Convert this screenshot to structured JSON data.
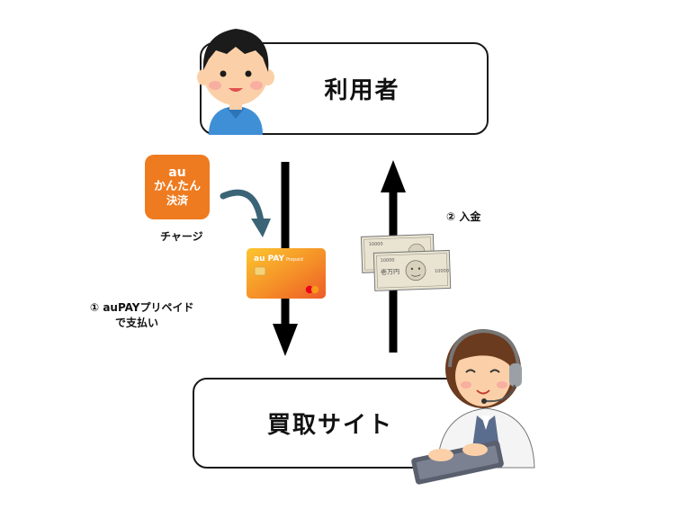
{
  "nodes": {
    "user": {
      "label": "利用者"
    },
    "site": {
      "label": "買取サイト"
    }
  },
  "au_app": {
    "line1": "au",
    "line2": "かんたん",
    "line3": "決済"
  },
  "card": {
    "brand": "au PAY",
    "sub": "Prepaid"
  },
  "banknote": {
    "label": "壱万円",
    "denomination": "10000"
  },
  "steps": {
    "charge": "チャージ",
    "payment_line1": "① auPAYプリペイド",
    "payment_line2": "で支払い",
    "deposit": "② 入金"
  },
  "icons": [
    "boy-user-icon",
    "operator-woman-icon",
    "au-kantan-kessai-logo",
    "au-pay-card-icon",
    "banknotes-icon",
    "curved-arrow-icon"
  ],
  "colors": {
    "box_border": "#1a1a1a",
    "au_orange": "#ef7b20",
    "card_gradient_start": "#fbbd2c",
    "card_gradient_end": "#ef5a28",
    "banknote": "#e9e4d2"
  }
}
